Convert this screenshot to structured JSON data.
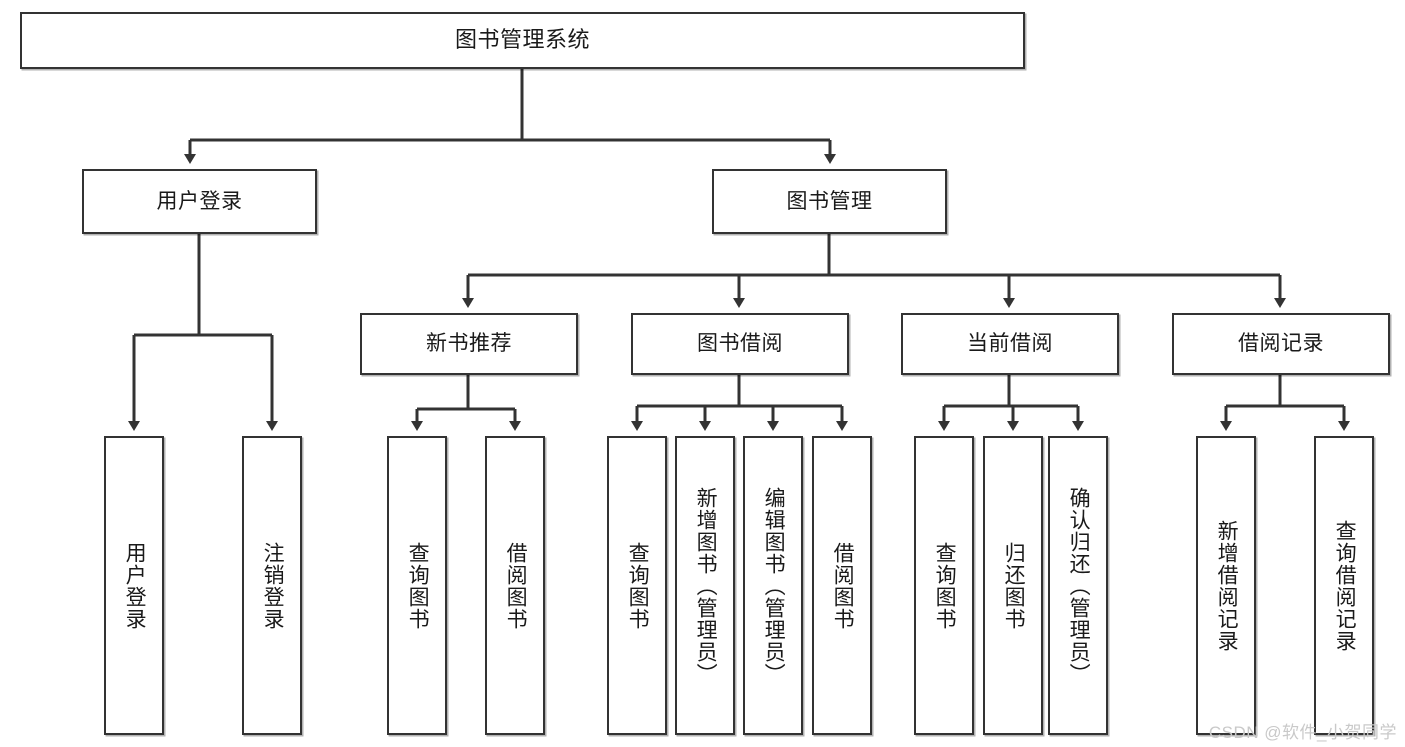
{
  "diagram": {
    "title": "图书管理系统",
    "type": "tree",
    "watermark": "CSDN @软件_小贺同学",
    "style": {
      "box_border": "#333333",
      "box_fill": "#ffffff",
      "edge_color": "#333333",
      "background": "#ffffff",
      "watermark_color": "#c9c9c9"
    },
    "nodes": {
      "root": {
        "label": "图书管理系统"
      },
      "level2": [
        {
          "label": "用户登录"
        },
        {
          "label": "图书管理"
        }
      ],
      "level3": [
        {
          "label": "新书推荐"
        },
        {
          "label": "图书借阅"
        },
        {
          "label": "当前借阅"
        },
        {
          "label": "借阅记录"
        }
      ],
      "leaves": {
        "user_login": [
          {
            "label": "用户登录"
          },
          {
            "label": "注销登录"
          }
        ],
        "new_book_recommend": [
          {
            "label": "查询图书"
          },
          {
            "label": "借阅图书"
          }
        ],
        "book_borrow": [
          {
            "label": "查询图书"
          },
          {
            "label": "新增图书（管理员）"
          },
          {
            "label": "编辑图书（管理员）"
          },
          {
            "label": "借阅图书"
          }
        ],
        "current_borrow": [
          {
            "label": "查询图书"
          },
          {
            "label": "归还图书"
          },
          {
            "label": "确认归还（管理员）"
          }
        ],
        "borrow_record": [
          {
            "label": "新增借阅记录"
          },
          {
            "label": "查询借阅记录"
          }
        ]
      }
    }
  }
}
